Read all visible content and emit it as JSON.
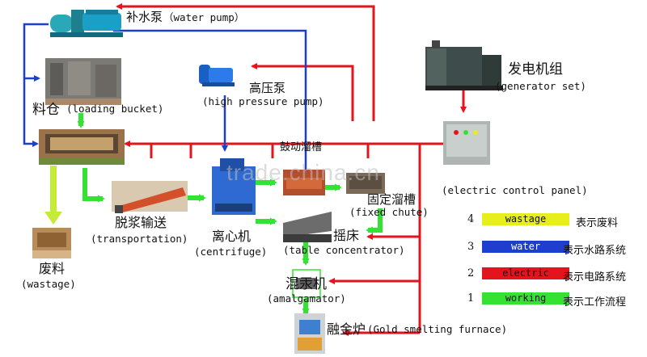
{
  "colors": {
    "wastage": "#e6ef1c",
    "water": "#1c3fd0",
    "electric": "#e3141b",
    "working": "#33e232",
    "wastage_arrow": "#c4ea3a"
  },
  "nodes": {
    "water_pump": {
      "zh": "补水泵",
      "en": "（water pump）",
      "icon": "water-pump-icon"
    },
    "high_pressure_pump": {
      "zh": "高压泵",
      "en": "(high pressure pump)",
      "icon": "high-pressure-pump-icon"
    },
    "generator_set": {
      "zh": "发电机组",
      "en": "(generator set)",
      "icon": "generator-icon"
    },
    "loading_bucket": {
      "zh": "料仓",
      "en": "(loading bucket)",
      "icon": "loading-bucket-icon"
    },
    "drum_sluice": {
      "zh": "鼓动溜槽",
      "icon": "drum-sluice-icon"
    },
    "electric_control_panel": {
      "en": "(electric control panel)",
      "icon": "control-panel-icon"
    },
    "fixed_chute": {
      "zh": "固定溜槽",
      "en": "(fixed chute)",
      "icon": "fixed-chute-icon"
    },
    "transportation": {
      "zh": "脱浆输送",
      "en": "(transportation)",
      "icon": "conveyor-icon"
    },
    "centrifuge": {
      "zh": "离心机",
      "en": "(centrifuge)",
      "icon": "centrifuge-icon"
    },
    "table_concentrator": {
      "zh": "摇床",
      "en": "(table concentrator)",
      "icon": "shaking-table-icon"
    },
    "wastage": {
      "zh": "废料",
      "en": "(wastage)",
      "icon": "wastage-pile-icon"
    },
    "amalgamator": {
      "zh": "混汞机",
      "en": "(amalgamator)",
      "icon": "amalgamator-icon"
    },
    "smelting_furnace": {
      "zh": "融金炉",
      "en": "(Gold smelting furnace)",
      "icon": "smelting-furnace-icon"
    }
  },
  "legend": [
    {
      "num": "4",
      "label": "wastage",
      "desc": "表示废料",
      "color": "#e6ef1c"
    },
    {
      "num": "3",
      "label": "water",
      "desc": "表示水路系统",
      "color": "#1c3fd0"
    },
    {
      "num": "2",
      "label": "electric",
      "desc": "表示电路系统",
      "color": "#e3141b"
    },
    {
      "num": "1",
      "label": "working",
      "desc": "表示工作流程",
      "color": "#33e232"
    }
  ],
  "watermark": "trade.china.cn"
}
